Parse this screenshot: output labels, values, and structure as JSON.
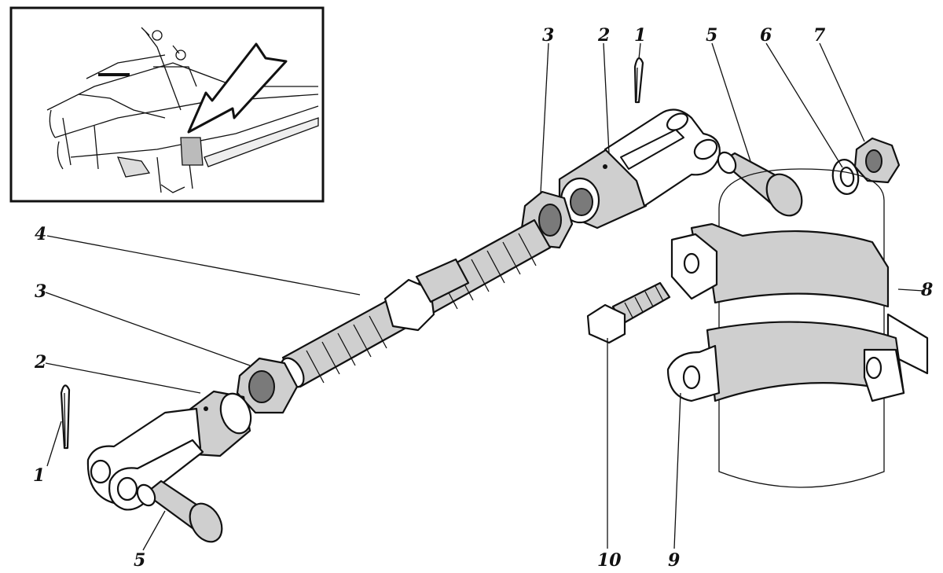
{
  "labels": {
    "l1_top": "1",
    "l2_top": "2",
    "l3_top": "3",
    "l5_top": "5",
    "l6": "6",
    "l7": "7",
    "l4": "4",
    "l3_left": "3",
    "l8": "8",
    "l2_left": "2",
    "l1_left": "1",
    "l5_bottom": "5",
    "l10": "10",
    "l9": "9"
  },
  "colors": {
    "ink": "#111111",
    "background": "#ffffff",
    "shading": "#cfcfcf"
  }
}
